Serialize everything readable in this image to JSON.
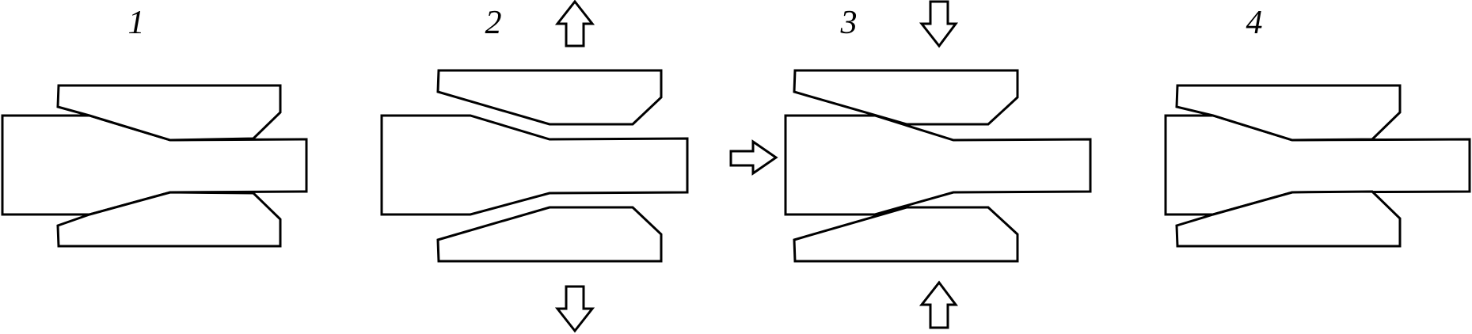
{
  "steps": [
    {
      "label": "1"
    },
    {
      "label": "2"
    },
    {
      "label": "3"
    },
    {
      "label": "4"
    }
  ],
  "colors": {
    "stroke": "#000000",
    "fill": "#ffffff"
  },
  "icons": {
    "arrow_up": "arrow-up-icon",
    "arrow_down": "arrow-down-icon",
    "arrow_right": "arrow-right-icon"
  }
}
